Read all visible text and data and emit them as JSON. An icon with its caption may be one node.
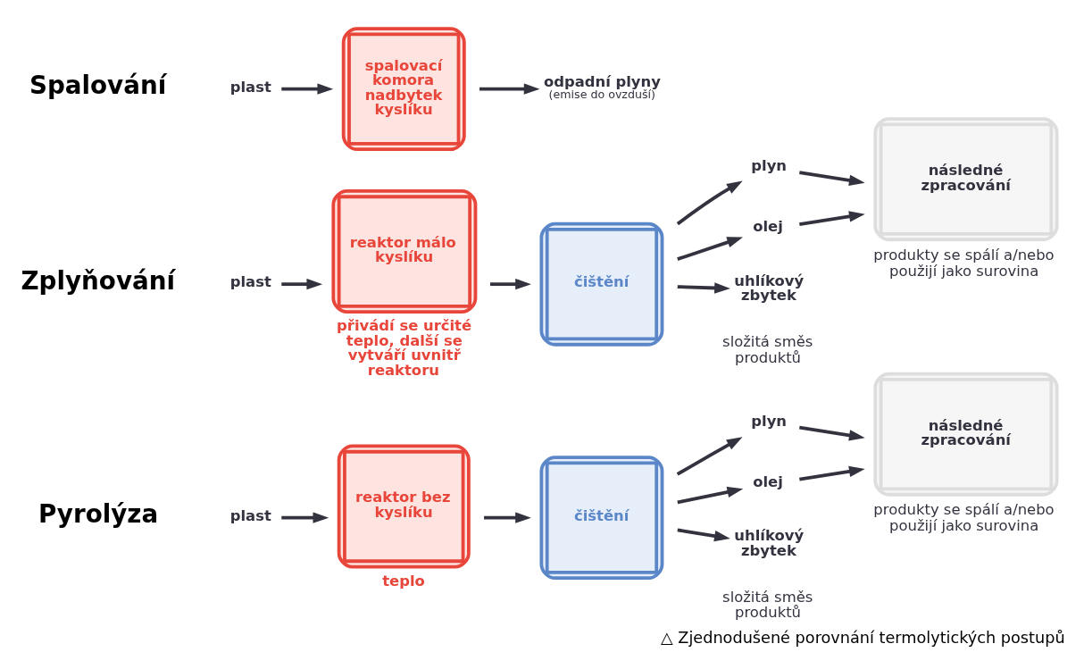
{
  "diagram": {
    "caption": "△ Zjednodušené porovnání termolytických postupů",
    "nodes": [
      {
        "text": [
          "plast"
        ]
      },
      {
        "text": [
          "reaktor bez kyslíku"
        ],
        "beside": [
          "teplo"
        ]
      },
      {
        "text": [
          "čištění"
        ]
      },
      {
        "text": [
          "plyn"
        ]
      },
      {
        "text": [
          "olej"
        ]
      },
      {
        "text": [
          "uhlíkový zbytek"
        ]
      },
      {
        "text": [
          "následné zpracování"
        ],
        "beside": [
          "produkty se spálí a/nebo použijí jako surovina"
        ]
      },
      {
        "text": [
          "plast"
        ]
      },
      {
        "text": [
          "reaktor málo kyslíku"
        ],
        "beside": [
          "přivádí se určité teplo, další se vytváří uvnitř reaktoru"
        ]
      },
      {
        "text": [
          "čištění"
        ]
      },
      {
        "text": [
          "plyn"
        ]
      },
      {
        "text": [
          "olej"
        ]
      },
      {
        "text": [
          "uhlíkový zbytek"
        ]
      },
      {
        "text": [
          "následné zpracování"
        ],
        "beside": [
          "produkty se spálí a/nebo použijí jako surovina"
        ]
      },
      {
        "text": [
          "plast"
        ]
      },
      {
        "text": [
          "spalovací komora nadbytek kyslíku"
        ]
      },
      {
        "text": [
          "odpadní plyny",
          "(emise do ovzduší)"
        ]
      }
    ],
    "edges": [
      {
        "from": 0,
        "to": 1,
        "arrow": "to"
      },
      {
        "from": 1,
        "to": 2,
        "arrow": "to"
      },
      {
        "from": 2,
        "to": 3,
        "arrow": "to"
      },
      {
        "from": 2,
        "to": 4,
        "arrow": "to"
      },
      {
        "from": 2,
        "to": 5,
        "arrow": "to"
      },
      {
        "from": 3,
        "to": 6,
        "arrow": "to"
      },
      {
        "from": 4,
        "to": 6,
        "arrow": "to"
      },
      {
        "from": 7,
        "to": 8,
        "arrow": "to"
      },
      {
        "from": 8,
        "to": 9,
        "arrow": "to"
      },
      {
        "from": 9,
        "to": 10,
        "arrow": "to"
      },
      {
        "from": 9,
        "to": 11,
        "arrow": "to"
      },
      {
        "from": 9,
        "to": 12,
        "arrow": "to"
      },
      {
        "from": 10,
        "to": 13,
        "arrow": "to"
      },
      {
        "from": 11,
        "to": 13,
        "arrow": "to"
      },
      {
        "from": 14,
        "to": 15,
        "arrow": "to"
      },
      {
        "from": 15,
        "to": 16,
        "arrow": "to"
      }
    ],
    "labels": [
      "Pyrolýza",
      "složitá směs produktů",
      "Zplyňování",
      "složitá směs produktů",
      "Spalování"
    ]
  }
}
